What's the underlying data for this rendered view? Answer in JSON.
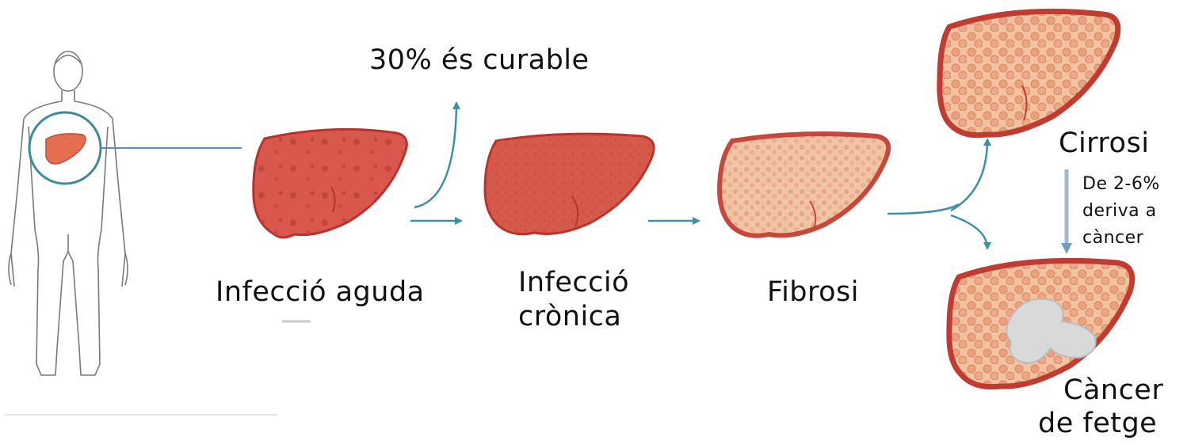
{
  "labels": {
    "curable": "30% és curable",
    "acute": "Infecció aguda",
    "chronic_line1": "Infecció",
    "chronic_line2": "crònica",
    "fibrosis": "Fibrosi",
    "cirrhosis": "Cirrosi",
    "risk_line1": "De 2-6%",
    "risk_line2": "deriva a",
    "risk_line3": "càncer",
    "cancer_line1": "Càncer",
    "cancer_line2": "de fetge"
  },
  "colors": {
    "arrow": "#3f8fa6",
    "connector": "#5d8fb4",
    "highlight_circle": "#3f8a9a",
    "liver_acute": "#d9574c",
    "liver_chronic": "#d65a4c",
    "liver_fibrosis": "#e79f84",
    "liver_cirrhosis": "#efb48f",
    "liver_outline": "#b8322c",
    "tumor": "#d9d9d9",
    "risk_arrow": "#9fb7cf"
  },
  "icons": {
    "human_figure": "human-body-outline-icon",
    "liver": "liver-illustration"
  }
}
